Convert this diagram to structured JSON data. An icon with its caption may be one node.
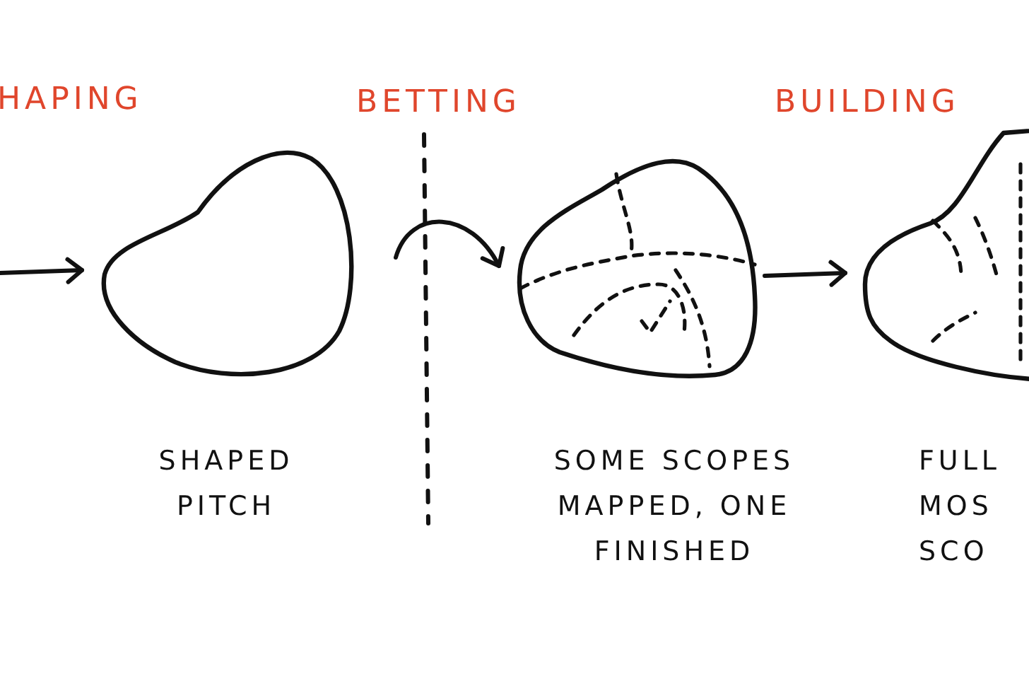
{
  "diagram": {
    "nodes": [
      {
        "text": [],
        "shape": "blob",
        "beside": [
          "SHAPED PITCH"
        ]
      },
      {
        "text": [],
        "shape": "blob",
        "beside": [
          "SOME SCOPES MAPPED, ONE FINISHED"
        ]
      },
      {
        "text": [],
        "shape": "blob",
        "beside": [
          "FULL MOS SCO"
        ]
      }
    ],
    "edges": [
      {
        "from": null,
        "to": 0,
        "arrow": "to"
      },
      {
        "from": 0,
        "to": 1,
        "arrow": "to"
      },
      {
        "from": 1,
        "to": 2,
        "arrow": "to"
      }
    ],
    "labels": [
      "HAPING",
      "BETTING",
      "BUILDING"
    ]
  }
}
